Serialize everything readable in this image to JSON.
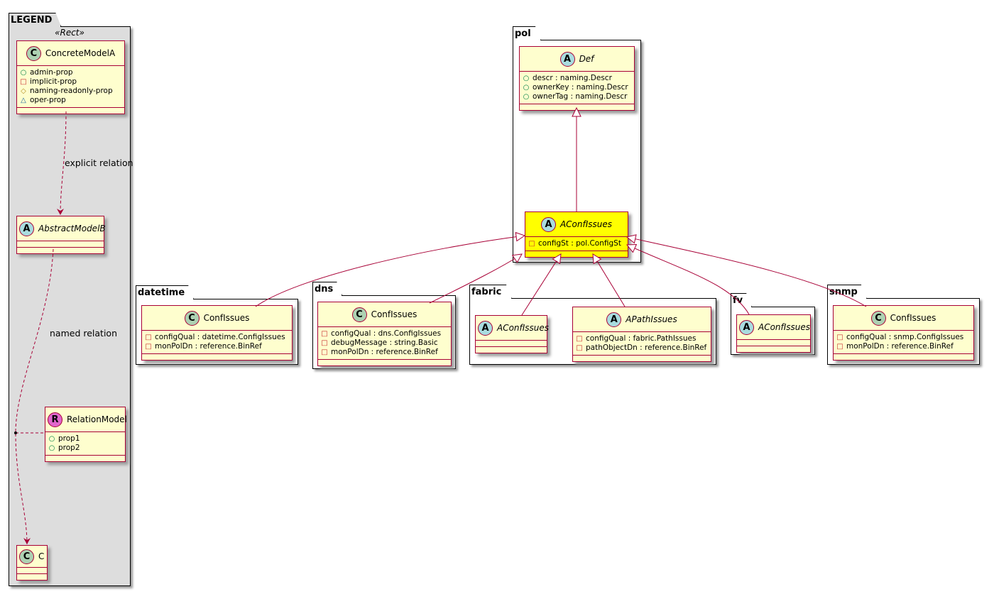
{
  "packages": [
    {
      "id": "legend",
      "name": "LEGEND",
      "stereotype": "«Rect»"
    },
    {
      "id": "pol",
      "name": "pol"
    },
    {
      "id": "datetime",
      "name": "datetime"
    },
    {
      "id": "dns",
      "name": "dns"
    },
    {
      "id": "fabric",
      "name": "fabric"
    },
    {
      "id": "fv",
      "name": "fv"
    },
    {
      "id": "snmp",
      "name": "snmp"
    }
  ],
  "classes": [
    {
      "id": "concrete",
      "kind": "C",
      "name": "ConcreteModelA",
      "abstract": false,
      "attrs": [
        {
          "vis": "public",
          "text": "admin-prop"
        },
        {
          "vis": "private",
          "text": "implicit-prop"
        },
        {
          "vis": "protected",
          "text": "naming-readonly-prop"
        },
        {
          "vis": "package",
          "text": "oper-prop"
        }
      ]
    },
    {
      "id": "abstractb",
      "kind": "A",
      "name": "AbstractModelB",
      "abstract": true,
      "attrs": []
    },
    {
      "id": "relmodel",
      "kind": "R",
      "name": "RelationModel",
      "abstract": false,
      "attrs": [
        {
          "vis": "public",
          "text": "prop1"
        },
        {
          "vis": "public",
          "text": "prop2"
        }
      ]
    },
    {
      "id": "c",
      "kind": "C",
      "name": "C",
      "abstract": false,
      "attrs": []
    },
    {
      "id": "def",
      "kind": "A",
      "name": "Def",
      "abstract": true,
      "attrs": [
        {
          "vis": "public",
          "text": "descr : naming.Descr"
        },
        {
          "vis": "public",
          "text": "ownerKey : naming.Descr"
        },
        {
          "vis": "public",
          "text": "ownerTag : naming.Descr"
        }
      ]
    },
    {
      "id": "polconf",
      "kind": "A",
      "name": "AConfIssues",
      "abstract": true,
      "highlight": true,
      "attrs": [
        {
          "vis": "private",
          "text": "configSt : pol.ConfigSt"
        }
      ]
    },
    {
      "id": "dtconf",
      "kind": "C",
      "name": "ConfIssues",
      "abstract": false,
      "attrs": [
        {
          "vis": "private",
          "text": "configQual : datetime.ConfigIssues"
        },
        {
          "vis": "private",
          "text": "monPolDn : reference.BinRef"
        }
      ]
    },
    {
      "id": "dnsconf",
      "kind": "C",
      "name": "ConfIssues",
      "abstract": false,
      "attrs": [
        {
          "vis": "private",
          "text": "configQual : dns.ConfigIssues"
        },
        {
          "vis": "private",
          "text": "debugMessage : string.Basic"
        },
        {
          "vis": "private",
          "text": "monPolDn : reference.BinRef"
        }
      ]
    },
    {
      "id": "fabconf",
      "kind": "A",
      "name": "AConfIssues",
      "abstract": true,
      "attrs": []
    },
    {
      "id": "fabpath",
      "kind": "A",
      "name": "APathIssues",
      "abstract": true,
      "attrs": [
        {
          "vis": "private",
          "text": "configQual : fabric.PathIssues"
        },
        {
          "vis": "private",
          "text": "pathObjectDn : reference.BinRef"
        }
      ]
    },
    {
      "id": "fvconf",
      "kind": "A",
      "name": "AConfIssues",
      "abstract": true,
      "attrs": []
    },
    {
      "id": "snmpconf",
      "kind": "C",
      "name": "ConfIssues",
      "abstract": false,
      "attrs": [
        {
          "vis": "private",
          "text": "configQual : snmp.ConfigIssues"
        },
        {
          "vis": "private",
          "text": "monPolDn : reference.BinRef"
        }
      ]
    }
  ],
  "relations": {
    "explicit": "explicit relation",
    "named": "named relation"
  },
  "colors": {
    "border": "#a80036",
    "classBg": "#fefece",
    "highlight": "#ffff00",
    "legendBg": "#dddddd"
  }
}
